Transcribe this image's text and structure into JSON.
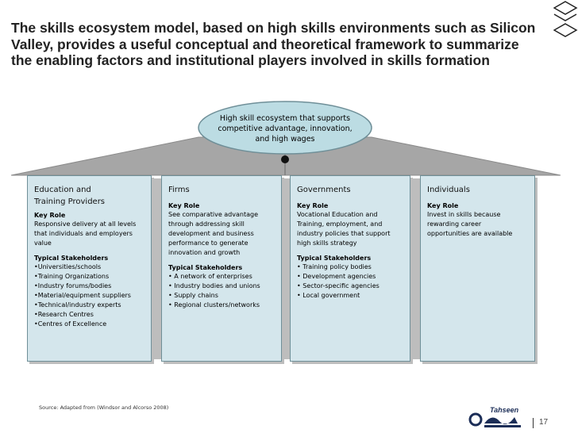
{
  "title": "The skills ecosystem model, based on high skills environments such as Silicon\nValley, provides a useful conceptual and theoretical framework to summarize\nthe enabling factors and institutional players involved in skills formation",
  "hub": {
    "text": "High skill ecosystem that supports competitive advantage, innovation, and high wages",
    "fill": "#bcdce3",
    "border": "#6f8f98"
  },
  "pillars": [
    {
      "title": "Education and\nTraining Providers",
      "key_role_heading": "Key Role",
      "key_role": "Responsive delivery at all levels\nthat individuals and employers\nvalue",
      "stakeholders_heading": "Typical Stakeholders",
      "stakeholders": "•Universities/schools\n•Training Organizations\n•Industry forums/bodies\n•Material/equipment suppliers\n•Technical/industry experts\n•Research Centres\n•Centres of Excellence"
    },
    {
      "title": "Firms",
      "key_role_heading": "Key Role",
      "key_role": "See comparative advantage\nthrough addressing skill\ndevelopment and business\nperformance to generate\ninnovation and growth",
      "stakeholders_heading": "Typical Stakeholders",
      "stakeholders": "• A network of enterprises\n• Industry bodies and unions\n• Supply chains\n• Regional clusters/networks"
    },
    {
      "title": "Governments",
      "key_role_heading": "Key Role",
      "key_role": "Vocational Education and\nTraining, employment, and\nindustry policies that support\nhigh skills strategy",
      "stakeholders_heading": "Typical Stakeholders",
      "stakeholders": "• Training policy bodies\n• Development agencies\n• Sector-specific agencies\n• Local government"
    },
    {
      "title": "Individuals",
      "key_role_heading": "Key Role",
      "key_role": "Invest in skills because\nrewarding career\nopportunities are available",
      "stakeholders_heading": "",
      "stakeholders": ""
    }
  ],
  "source": "Source: Adapted from (Windsor and Alcorso 2008)",
  "logo": {
    "text": "Tahseen",
    "icon": "tahseen-logo-icon",
    "color": "#1b2d57"
  },
  "page_number": "17",
  "colors": {
    "box_fill": "#d4e6ec",
    "roof": "#a6a6a6",
    "connector": "#7f7f7f"
  }
}
